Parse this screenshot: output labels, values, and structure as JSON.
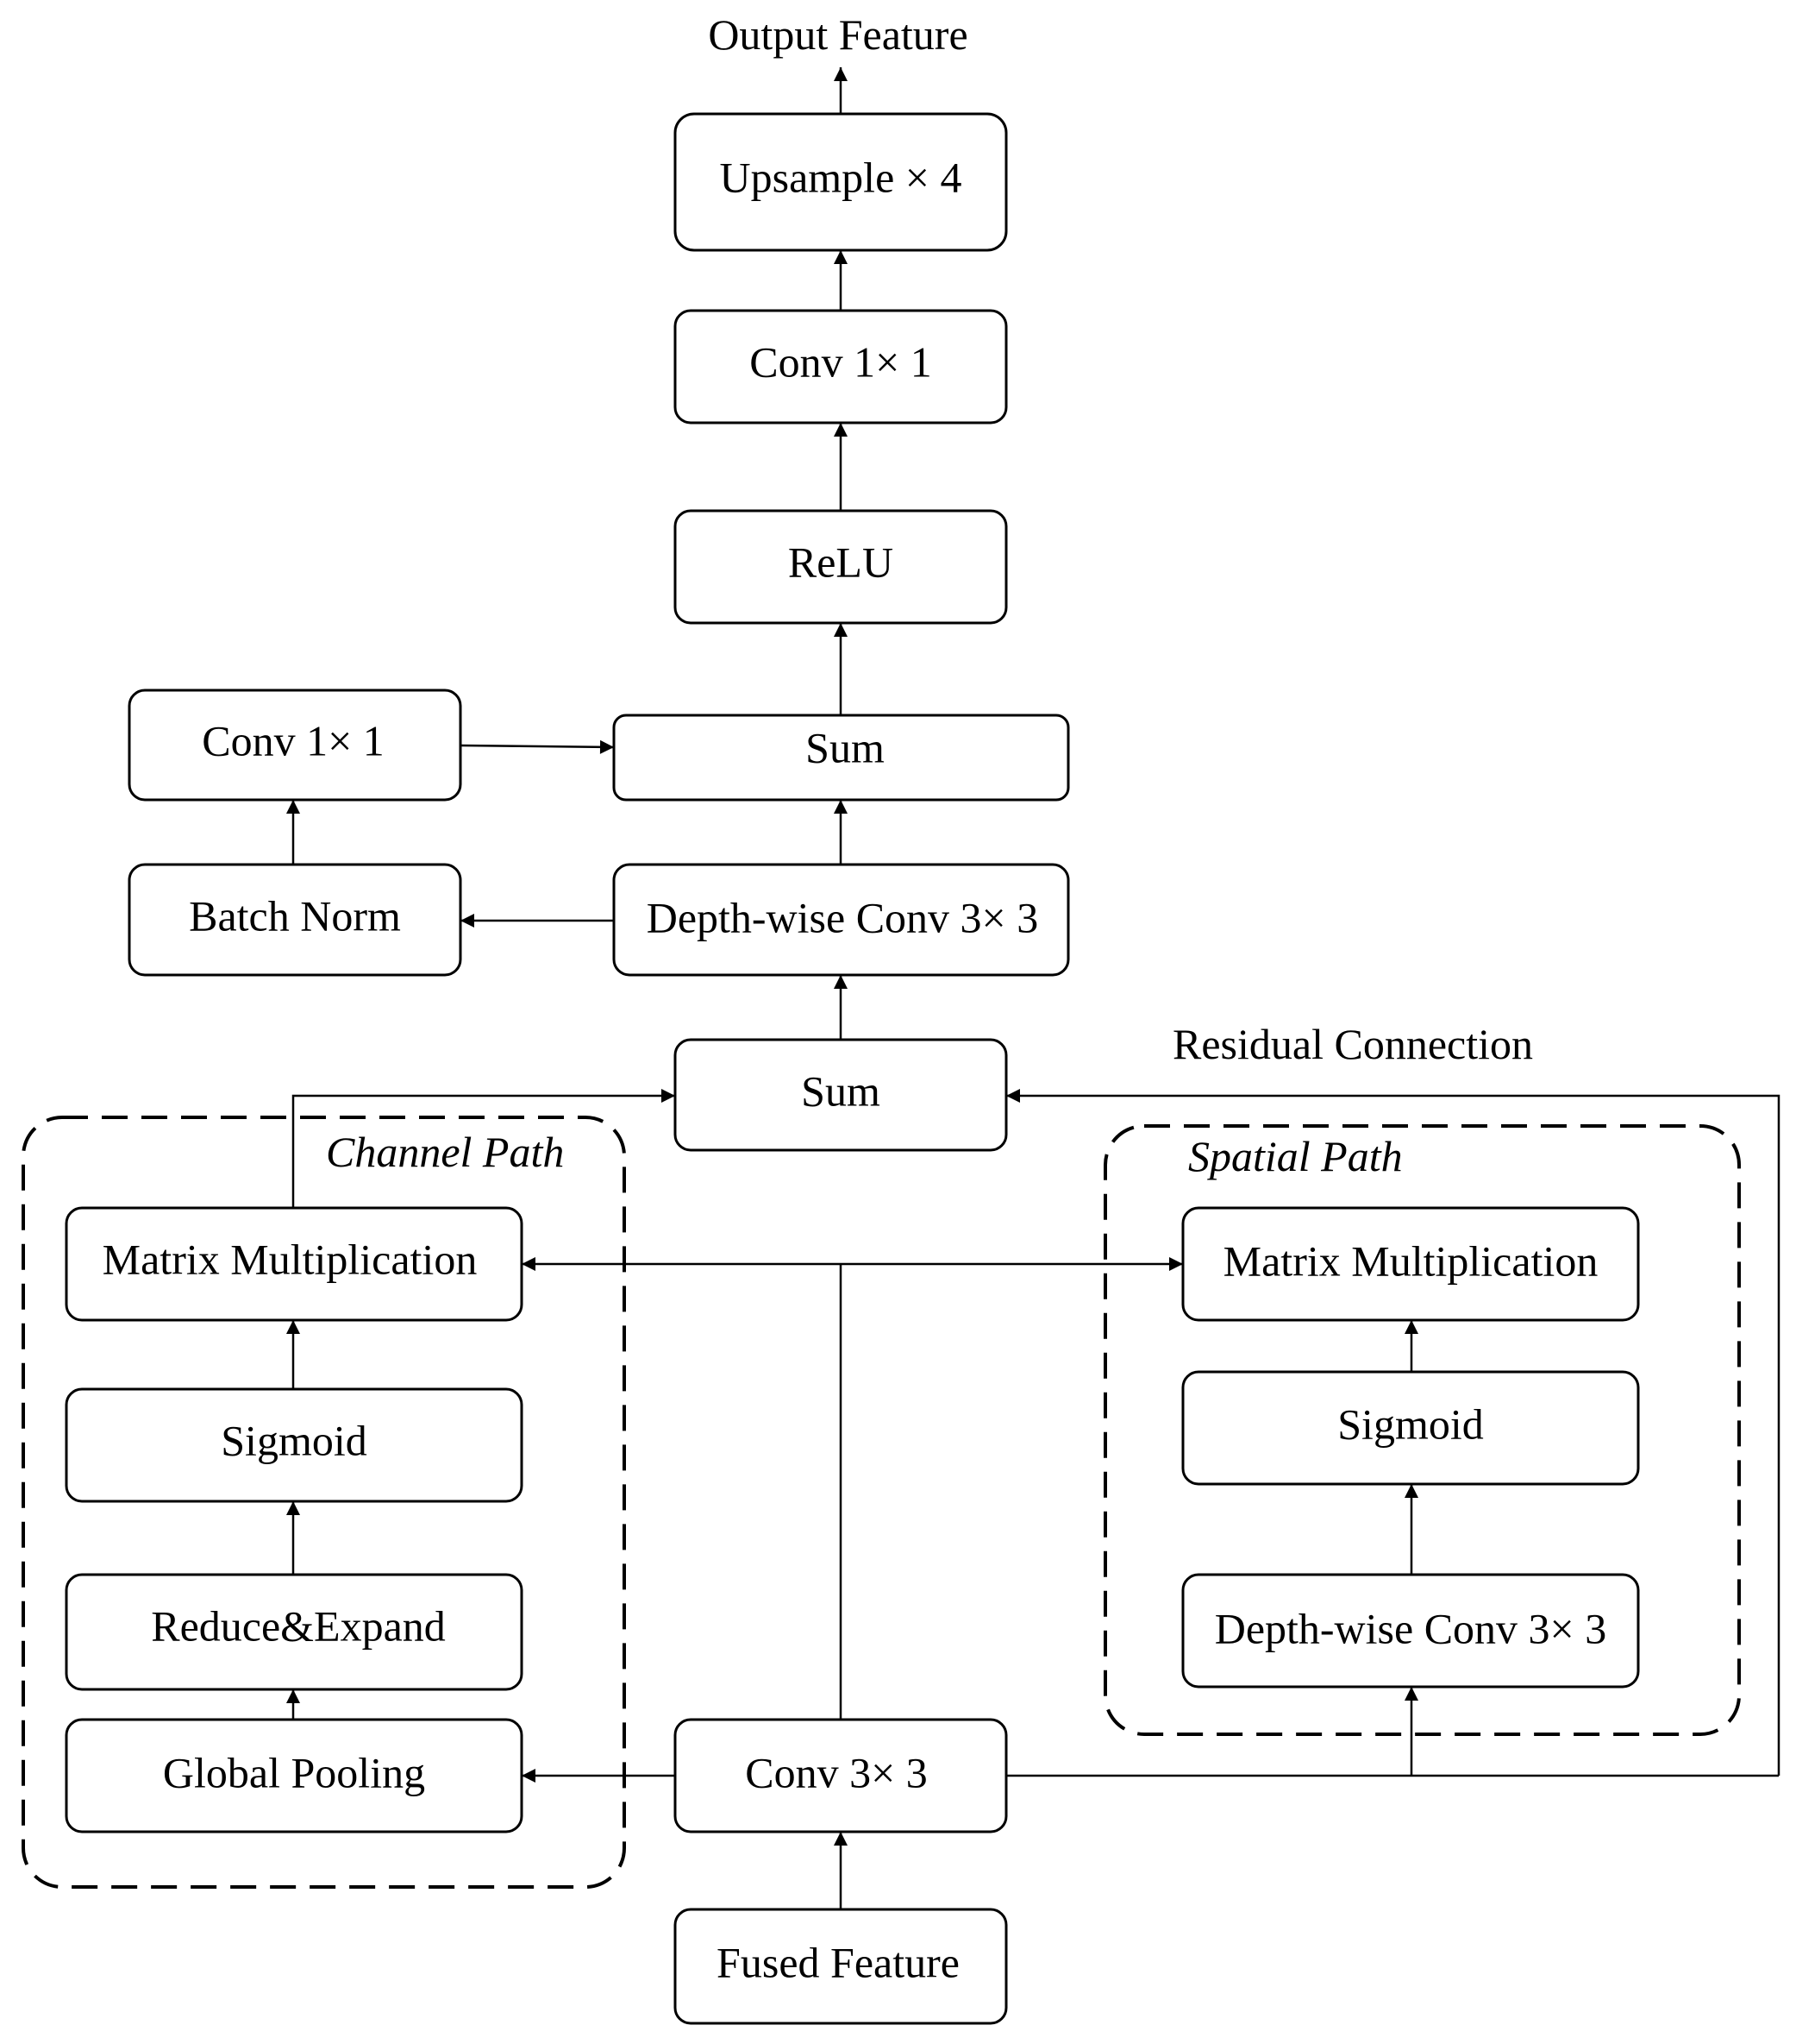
{
  "nodes": {
    "output_feature": "Output Feature",
    "upsample": "Upsample × 4",
    "conv1x1_top": "Conv 1× 1",
    "relu": "ReLU",
    "sum_top": "Sum",
    "conv1x1_left": "Conv 1× 1",
    "batch_norm": "Batch Norm",
    "depthwise_main": "Depth-wise Conv 3× 3",
    "sum_mid": "Sum",
    "residual_connection": "Residual Connection",
    "conv3x3": "Conv 3× 3",
    "fused_feature": "Fused Feature"
  },
  "channel_path": {
    "title": "Channel Path",
    "matmul": "Matrix Multiplication",
    "sigmoid": "Sigmoid",
    "reduce_expand": "Reduce&Expand",
    "global_pooling": "Global Pooling"
  },
  "spatial_path": {
    "title": "Spatial Path",
    "matmul": "Matrix Multiplication",
    "sigmoid": "Sigmoid",
    "depthwise": "Depth-wise Conv 3× 3"
  }
}
